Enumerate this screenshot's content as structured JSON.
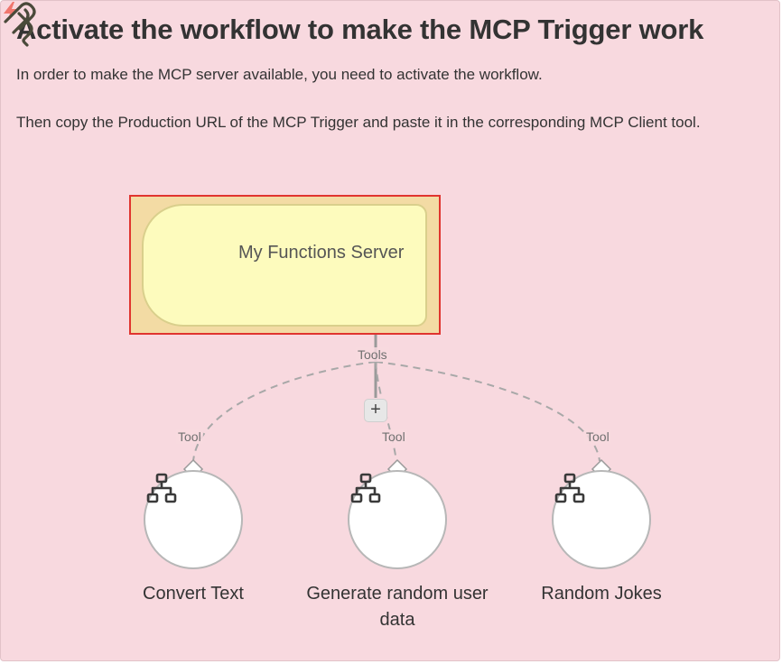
{
  "panel": {
    "title": "Activate the workflow to make the MCP Trigger work",
    "paragraph1": "In order to make the MCP server available, you need to activate the workflow.",
    "paragraph2": "Then copy the Production URL of the MCP Trigger and paste it in the corresponding MCP Client tool."
  },
  "workflow": {
    "server_node": {
      "label": "My Functions Server",
      "icon": "mcp-icon",
      "trigger_icon": "lightning-bolt-icon"
    },
    "connection_label": "Tools",
    "add_button": "+",
    "tool_nodes": [
      {
        "label": "Convert Text",
        "connector_label": "Tool",
        "icon": "sub-workflow-icon"
      },
      {
        "label": "Generate random user data",
        "connector_label": "Tool",
        "icon": "sub-workflow-icon"
      },
      {
        "label": "Random Jokes",
        "connector_label": "Tool",
        "icon": "sub-workflow-icon"
      }
    ]
  },
  "colors": {
    "panel_background": "#f8d9df",
    "server_node_fill": "#fdfbbd",
    "highlight_border": "#e0342f",
    "trigger_bolt": "#f0766d"
  }
}
